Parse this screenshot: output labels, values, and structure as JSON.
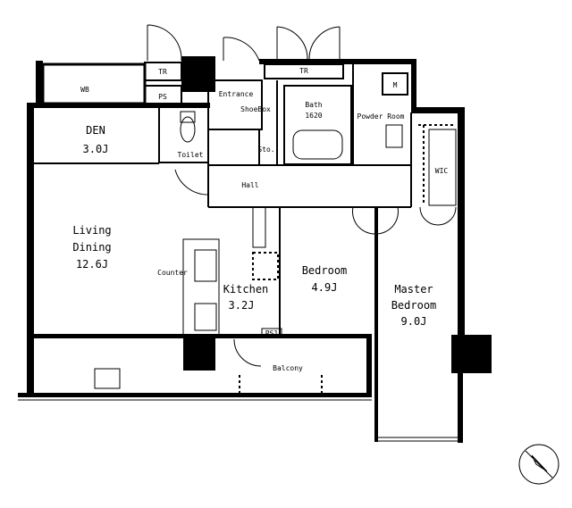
{
  "rooms": {
    "den": {
      "name": "DEN",
      "size": "3.0J"
    },
    "living": {
      "name1": "Living",
      "name2": "Dining",
      "size": "12.6J"
    },
    "kitchen": {
      "name": "Kitchen",
      "size": "3.2J"
    },
    "bedroom": {
      "name": "Bedroom",
      "size": "4.9J"
    },
    "master": {
      "name1": "Master",
      "name2": "Bedroom",
      "size": "9.0J"
    },
    "bath": {
      "name": "Bath",
      "size": "1620"
    }
  },
  "labels": {
    "wb": "WB",
    "tr_left": "TR",
    "tr_right": "TR",
    "ps": "PS",
    "entrance": "Entrance",
    "shoebox": "ShoeBox",
    "toilet": "Toilet",
    "sto": "Sto.",
    "hall": "Hall",
    "powder_room": "Powder Room",
    "m": "M",
    "wic": "WIC",
    "counter": "Counter",
    "ps1": "PS1",
    "balcony": "Balcony"
  }
}
